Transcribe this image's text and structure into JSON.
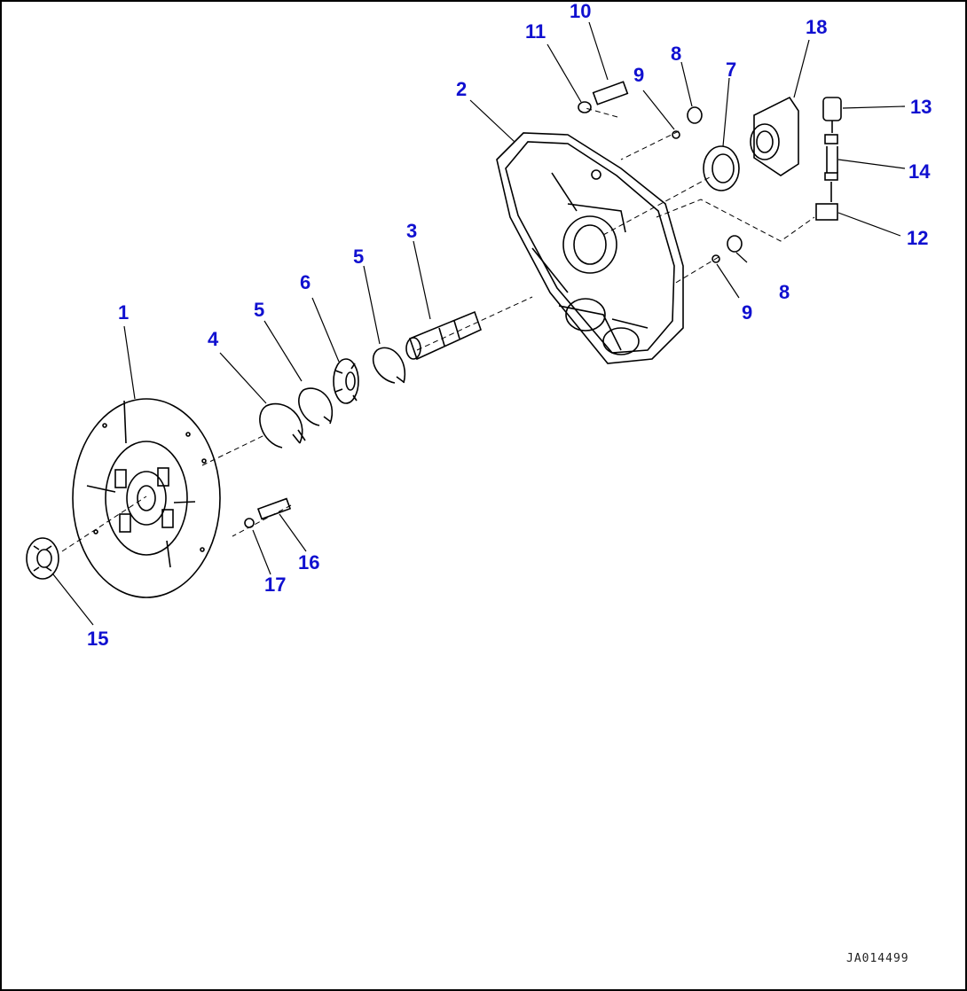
{
  "diagram": {
    "callout_color": "#1010d0",
    "line_color": "#000000",
    "drawing_id": "JA014499",
    "callouts": [
      {
        "id": "1",
        "label": "1"
      },
      {
        "id": "2",
        "label": "2"
      },
      {
        "id": "3",
        "label": "3"
      },
      {
        "id": "4",
        "label": "4"
      },
      {
        "id": "5a",
        "label": "5"
      },
      {
        "id": "5b",
        "label": "5"
      },
      {
        "id": "6",
        "label": "6"
      },
      {
        "id": "7",
        "label": "7"
      },
      {
        "id": "8a",
        "label": "8"
      },
      {
        "id": "8b",
        "label": "8"
      },
      {
        "id": "9a",
        "label": "9"
      },
      {
        "id": "9b",
        "label": "9"
      },
      {
        "id": "10",
        "label": "10"
      },
      {
        "id": "11",
        "label": "11"
      },
      {
        "id": "12",
        "label": "12"
      },
      {
        "id": "13",
        "label": "13"
      },
      {
        "id": "14",
        "label": "14"
      },
      {
        "id": "15",
        "label": "15"
      },
      {
        "id": "16",
        "label": "16"
      },
      {
        "id": "17",
        "label": "17"
      },
      {
        "id": "18",
        "label": "18"
      }
    ]
  }
}
